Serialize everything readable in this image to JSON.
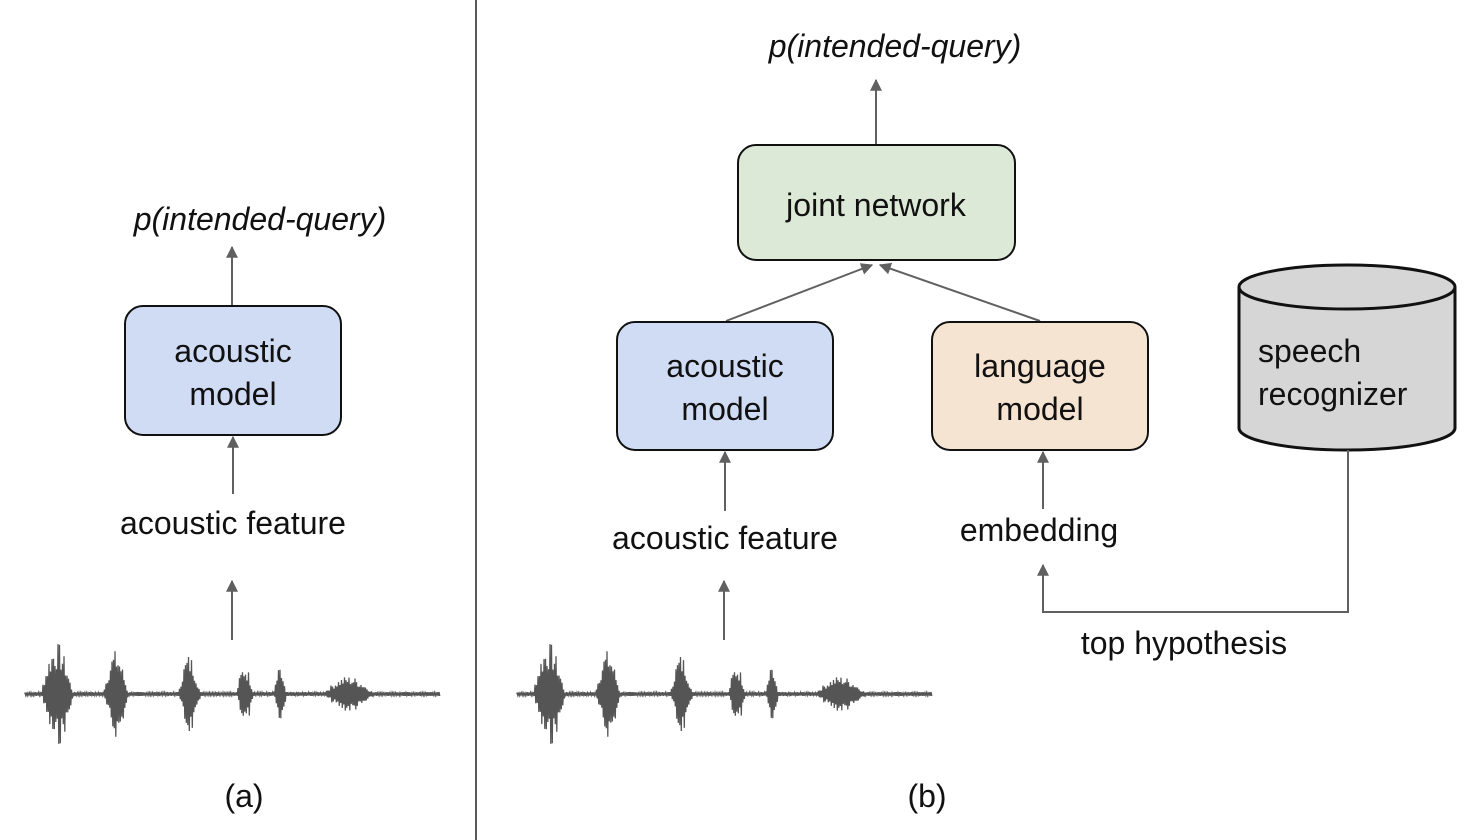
{
  "panel_a": {
    "output": "p(intended-query)",
    "model": [
      "acoustic",
      "model"
    ],
    "feature": "acoustic feature",
    "caption": "(a)"
  },
  "panel_b": {
    "output": "p(intended-query)",
    "joint": "joint network",
    "acoustic_model": [
      "acoustic",
      "model"
    ],
    "language_model": [
      "language",
      "model"
    ],
    "recognizer": [
      "speech",
      "recognizer"
    ],
    "feature": "acoustic feature",
    "embedding": "embedding",
    "hypothesis": "top hypothesis",
    "caption": "(b)"
  },
  "colors": {
    "acoustic_fill": "#cfdcf4",
    "joint_fill": "#dde9d7",
    "language_fill": "#f6e4d2",
    "recognizer_fill": "#d6d6d6",
    "arrow": "#606060",
    "divider": "#595959",
    "waveform": "#555555"
  }
}
